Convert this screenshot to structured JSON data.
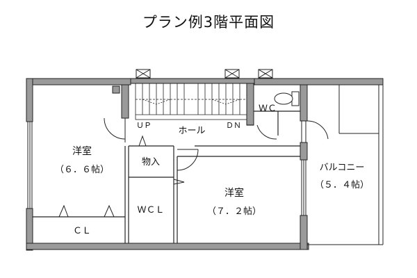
{
  "title": "プラン例3階平面図",
  "rooms": {
    "bedroom_left": {
      "name": "洋室",
      "size": "（６．６帖）"
    },
    "bedroom_right": {
      "name": "洋室",
      "size": "（７．２帖）"
    },
    "hall": "ホール",
    "toilet": "ＷＣ",
    "storage": "物入",
    "closet": "ＣＬ",
    "walk_in_closet": "ＷＣＬ",
    "balcony": {
      "name": "バルコニー",
      "size": "（５．４帖）"
    }
  },
  "stair": {
    "up": "ＵＰ",
    "down": "ＤＮ"
  },
  "colors": {
    "line": "#222222",
    "wall_fill": "#9a9a9a",
    "background": "#ffffff"
  }
}
